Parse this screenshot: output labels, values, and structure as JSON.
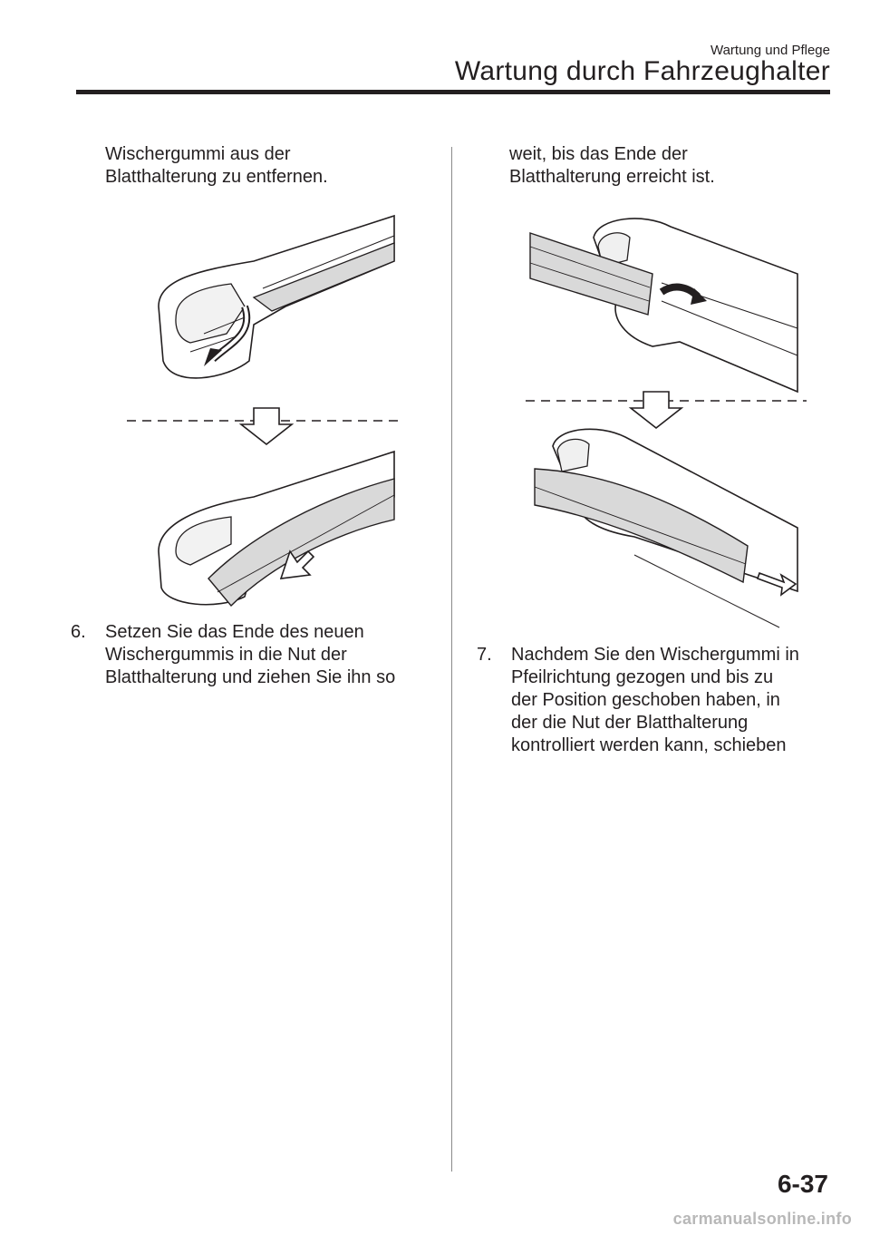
{
  "header": {
    "chapter": "Wartung und Pflege",
    "section": "Wartung durch Fahrzeughalter"
  },
  "left": {
    "intro_lines": [
      "Wischergummi aus der",
      "Blatthalterung zu entfernen."
    ],
    "step6": {
      "number": "6.",
      "lines": [
        "Setzen Sie das Ende des neuen",
        "Wischergummis in die Nut der",
        "Blatthalterung und ziehen Sie ihn so"
      ]
    }
  },
  "right": {
    "intro_lines": [
      "weit, bis das Ende der",
      "Blatthalterung erreicht ist."
    ],
    "step7": {
      "number": "7.",
      "lines": [
        "Nachdem Sie den Wischergummi in",
        "Pfeilrichtung gezogen und bis zu",
        "der Position geschoben haben, in",
        "der die Nut der Blatthalterung",
        "kontrolliert werden kann, schieben"
      ]
    }
  },
  "footer": {
    "page_number": "6-37",
    "watermark": "carmanualsonline.info"
  },
  "icons": [
    "removal-arrow-icon",
    "step-down-arrow-icon",
    "pull-arrow-icon",
    "slide-arrow-icon"
  ]
}
